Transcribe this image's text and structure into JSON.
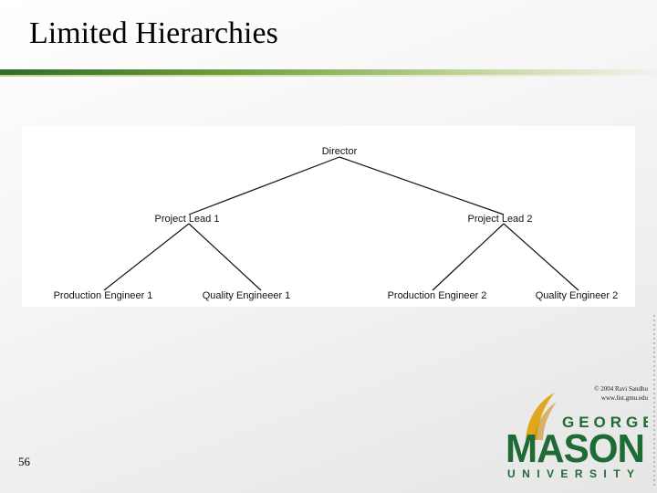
{
  "slide": {
    "title": "Limited Hierarchies",
    "page_number": "56",
    "copyright_line1": "© 2004 Ravi Sandhu",
    "copyright_line2": "www.list.gmu.edu"
  },
  "diagram": {
    "nodes": {
      "director": "Director",
      "project_lead_1": "Project Lead 1",
      "project_lead_2": "Project Lead 2",
      "production_engineer_1": "Production Engineer 1",
      "quality_engineer_1": "Quality Engineeer 1",
      "production_engineer_2": "Production Engineer 2",
      "quality_engineer_2": "Quality Engineer 2"
    },
    "edges": [
      [
        "director",
        "project_lead_1"
      ],
      [
        "director",
        "project_lead_2"
      ],
      [
        "project_lead_1",
        "production_engineer_1"
      ],
      [
        "project_lead_1",
        "quality_engineer_1"
      ],
      [
        "project_lead_2",
        "production_engineer_2"
      ],
      [
        "project_lead_2",
        "quality_engineer_2"
      ]
    ]
  },
  "logo": {
    "top": "GEORGE",
    "middle": "MASON",
    "bottom": "UNIVERSITY",
    "green": "#1f6b35",
    "gold": "#e0a81d"
  }
}
